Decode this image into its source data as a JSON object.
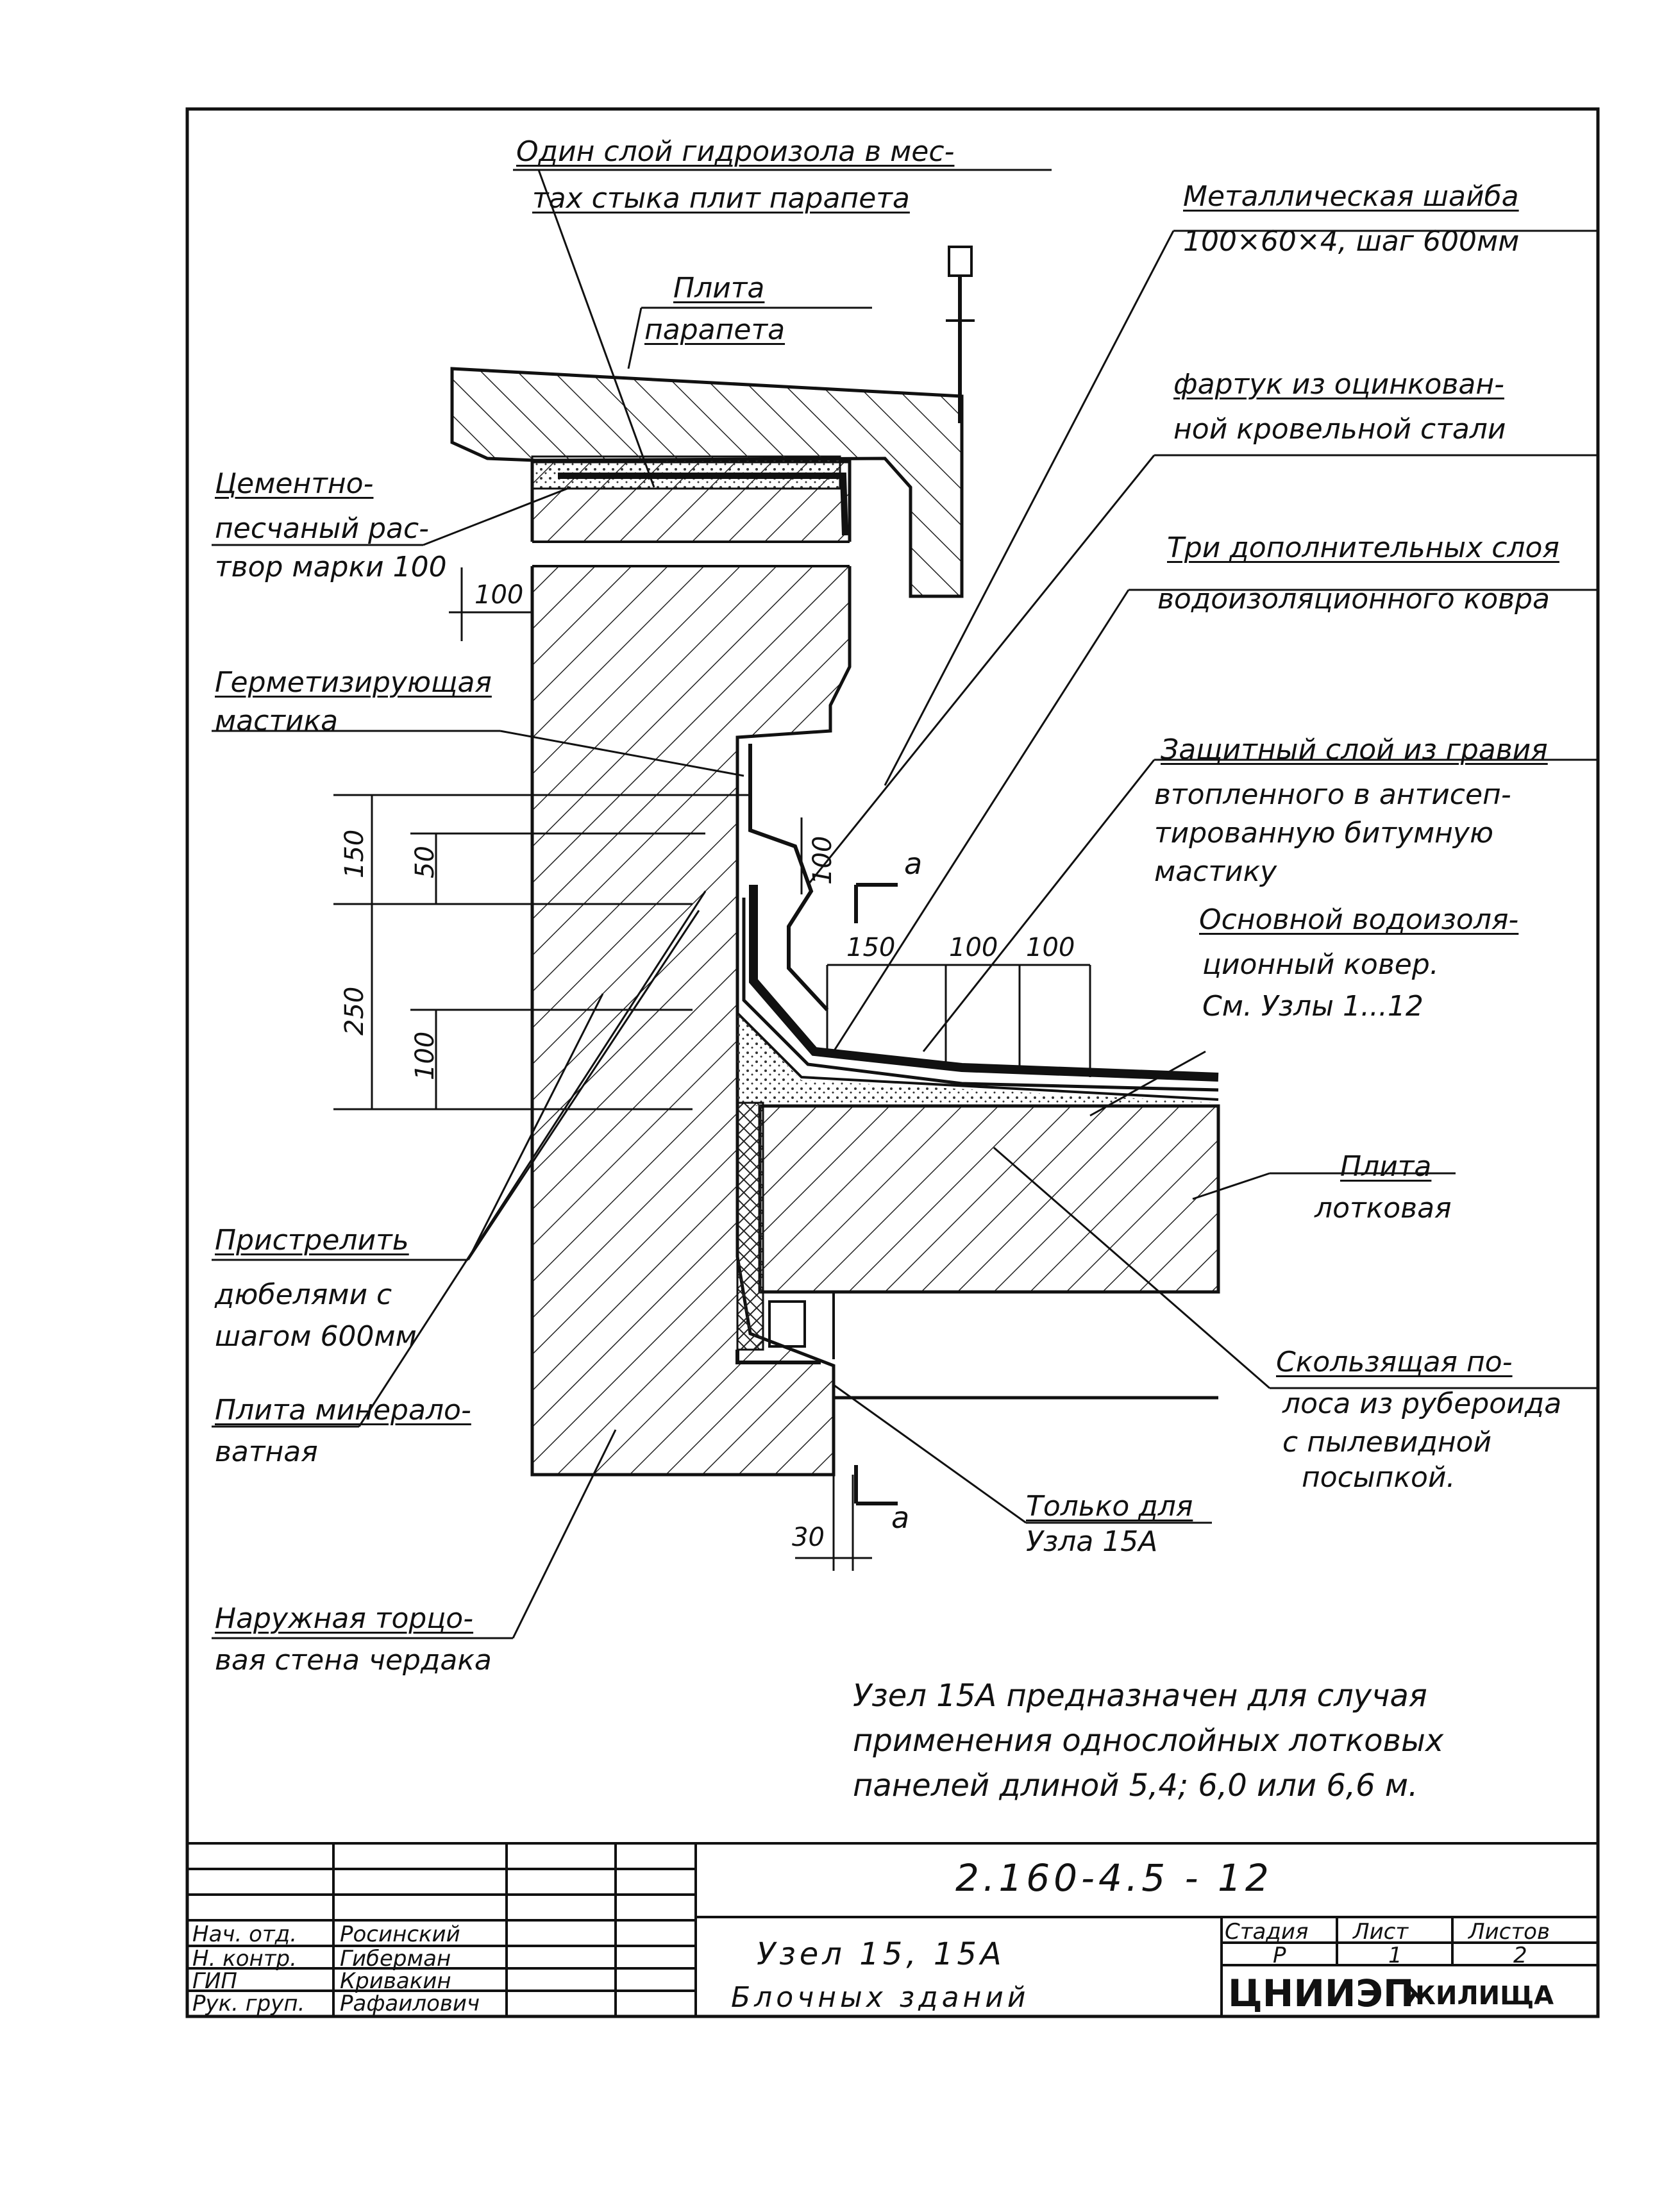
{
  "annotations": {
    "hydro_joint": [
      "Один слой гидроизола в мес-",
      "тах  стыка плит парапета"
    ],
    "parapet_slab": [
      "Плита",
      "парапета"
    ],
    "metal_washer": [
      "Металлическая шайба",
      "100×60×4,  шаг 600мм"
    ],
    "apron": [
      "фартук из оцинкован-",
      "ной кровельной стали"
    ],
    "cement_mortar": [
      "Цементно-",
      "песчаный рас-",
      "твор марки 100"
    ],
    "three_layers": [
      "Три дополнительных слоя",
      "водоизоляционного ковра"
    ],
    "sealing_mastic": [
      "Герметизирующая",
      "мастика"
    ],
    "protective_layer": [
      "Защитный слой из гравия",
      "втопленного в антисеп-",
      "тированную битумную",
      "мастику"
    ],
    "main_carpet": [
      "Основной водоизоля-",
      "ционный ковер.",
      "См. Узлы 1...12"
    ],
    "trough_slab": [
      "Плита",
      "лотковая"
    ],
    "dowels": [
      "Пристрелить",
      "дюбелями с",
      "шагом 600мм"
    ],
    "sliding_strip": [
      "Скользящая по-",
      "лоса из рубероида",
      "с пылевидной",
      "посыпкой."
    ],
    "mineral_wool": [
      "Плита минерало-",
      "ватная"
    ],
    "only_15a": [
      "Только для",
      "Узла 15А"
    ],
    "outer_wall": [
      "Наружная торцо-",
      "вая стена чердака"
    ]
  },
  "dimensions": {
    "d100_top": "100",
    "d150": "150",
    "d50": "50",
    "d250": "250",
    "d100_left": "100",
    "d100_vert": "100",
    "d150_h": "150",
    "d100_h1": "100",
    "d100_h2": "100",
    "d30": "30",
    "section_a1": "а",
    "section_a2": "а"
  },
  "note": [
    "Узел 15А предназначен для случая",
    "применения однослойных лотковых",
    "панелей длиной 5,4; 6,0 или 6,6 м."
  ],
  "title_block": {
    "doc_code": "2.160-4.5 - 12",
    "title_line1": "Узел  15, 15А",
    "title_line2": "Блочных  зданий",
    "rows": [
      {
        "role": "Нач. отд.",
        "name": "Росинский"
      },
      {
        "role": "Н. контр.",
        "name": "Гиберман"
      },
      {
        "role": "ГИП",
        "name": "Кривакин"
      },
      {
        "role": "Рук. груп.",
        "name": "Рафаилович"
      }
    ],
    "headers": {
      "stage": "Стадия",
      "sheet": "Лист",
      "sheets": "Листов"
    },
    "values": {
      "stage": "Р",
      "sheet": "1",
      "sheets": "2"
    },
    "org_main": "ЦНИИЭП",
    "org_sub": "ЖИЛИЩА"
  }
}
